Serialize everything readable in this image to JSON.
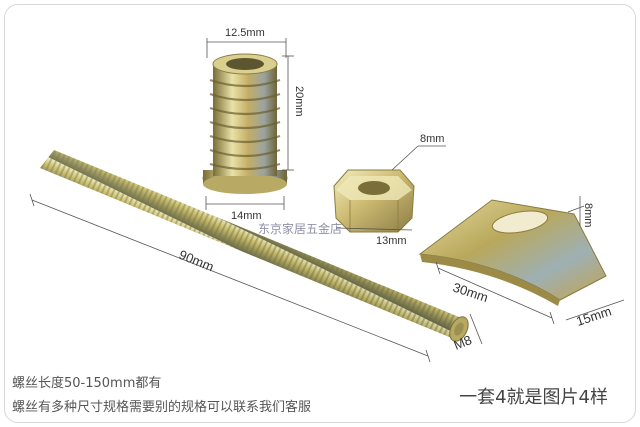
{
  "dimensions": {
    "insert_width": "12.5mm",
    "insert_height": "20mm",
    "insert_base": "14mm",
    "nut_top": "8mm",
    "nut_width": "13mm",
    "washer_height": "8mm",
    "rod_length": "90mm",
    "rod_thread": "M8",
    "washer_length": "30mm",
    "washer_width": "15mm"
  },
  "watermark": "东京家居五金店",
  "captions": {
    "line1": "螺丝长度50-150mm都有",
    "line2": "螺丝有多种尺寸规格需要别的规格可以联系我们客服",
    "set_note": "一套4就是图片4样"
  },
  "colors": {
    "metal_light": "#e9e3a6",
    "metal_mid": "#c9b96a",
    "metal_dark": "#8c7d3f",
    "metal_blue": "#8ea0a8"
  }
}
